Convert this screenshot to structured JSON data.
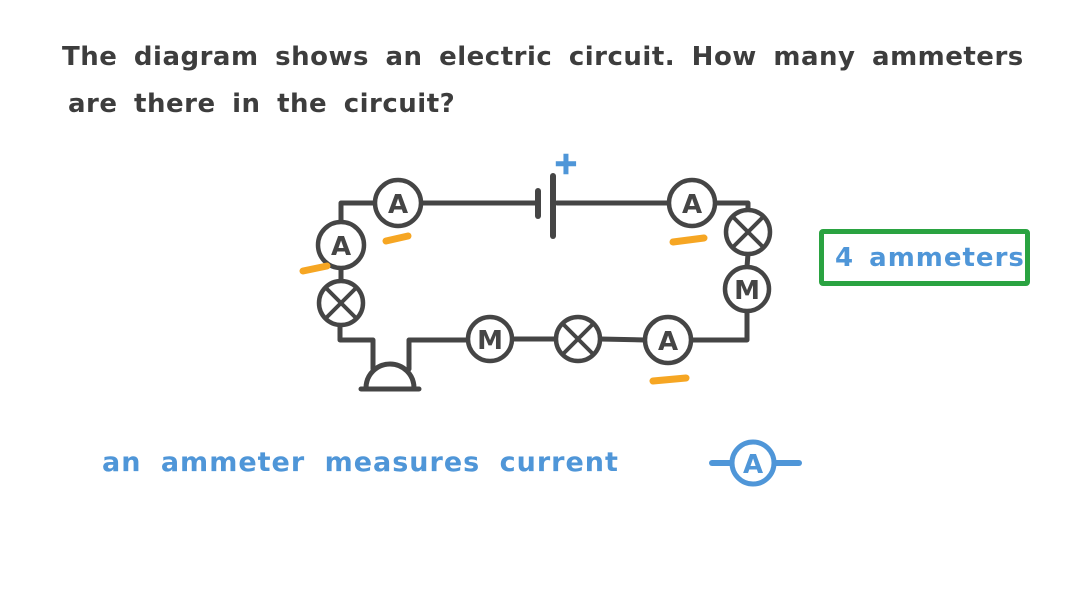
{
  "question": {
    "line1": "The diagram shows an electric circuit. How many ammeters",
    "line2": "are there in the circuit?"
  },
  "circuit": {
    "ammeter_label": "A",
    "motor_label": "M",
    "battery_positive_sign": "+"
  },
  "answer_box": {
    "text": "4 ammeters"
  },
  "note": {
    "text": "an ammeter measures current"
  },
  "legend": {
    "ammeter_label": "A"
  },
  "colors": {
    "ink": "#454545",
    "highlight_orange": "#f6a623",
    "accent_blue": "#4f96d8",
    "answer_green": "#2aa341",
    "background": "#ffffff"
  }
}
